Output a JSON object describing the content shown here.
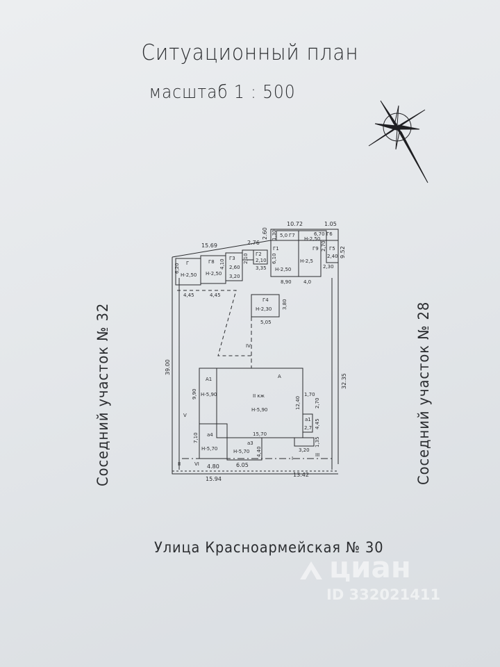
{
  "header": {
    "title": "Ситуационный план",
    "scale": "масштаб 1 : 500"
  },
  "neighbors": {
    "left": "Соседний участок № 32",
    "right": "Соседний участок № 28"
  },
  "street": "Улица Красноармейская № 30",
  "plan": {
    "dimensions": {
      "top_left": "15.69",
      "top_mid": "2.76",
      "top_vertical": "2.60",
      "top_right": "10.72",
      "top_corner": "1.05",
      "right_upper": "9.52",
      "right_side": "32.35",
      "left_side": "39.00",
      "bottom_left": "15.94",
      "bottom_right": "13.42",
      "bottom_seg_1": "4.80",
      "bottom_seg_2": "6.05"
    },
    "buildings": {
      "g_tag": "Г",
      "g_h": "Н-2,50",
      "g_w": "6,20",
      "g8_tag": "Г8",
      "g8_h": "Н-2,50",
      "g8_w": "4,10",
      "g3_tag": "Г3",
      "g3_a": "2,60",
      "g3_b": "3,20",
      "g3_c": "2,10",
      "g2_tag": "Г2",
      "g2_a": "2,10",
      "g2_b": "3,35",
      "g1_tag": "Г1",
      "g1_h": "Н-2,50",
      "g1_a": "6,10",
      "g1_b": "8,90",
      "g1_c": "1,30",
      "g7_tag": "Г7",
      "g7_a": "5,0",
      "g6_tag": "Г6",
      "g6_a": "6,70",
      "g6_h": "Н-2,50",
      "g9_tag": "Г9",
      "g9_h": "Н-2,5",
      "g9_b": "4,0",
      "g5_tag": "Г5",
      "g5_a": "2,70",
      "g5_b": "2,40",
      "g5_c": "2,30",
      "g4_tag": "Г4",
      "g4_h": "Н-2,30",
      "g4_a": "3,80",
      "g4_b": "5,05",
      "house_tag": "II кж",
      "house_h": "Н-5,90",
      "house_w": "15,70",
      "house_d": "12,40",
      "a_tag": "А",
      "a1_tag": "А1",
      "a1_h": "Н-5,90",
      "a1_w": "9,90",
      "a4_tag": "а4",
      "a4_h": "Н-5,70",
      "a4_w": "7,10",
      "a3_tag": "а3",
      "a3_h": "Н-5,70",
      "a3_w": "4,40",
      "a1s_tag": "а1",
      "a1s_w": "2,7",
      "a1s_d": "1,70",
      "r_a": "2,70",
      "r_b": "4,45",
      "r_c": "1,35",
      "r_d": "3,20",
      "l_a": "4,45",
      "l_b": "4,45"
    },
    "fence_marks": {
      "iv": "IV",
      "v": "V",
      "vi": "VI",
      "ii": "II",
      "i": "I",
      "iii": "III"
    }
  },
  "watermark": {
    "brand": "циан",
    "id": "ID 332021411"
  }
}
